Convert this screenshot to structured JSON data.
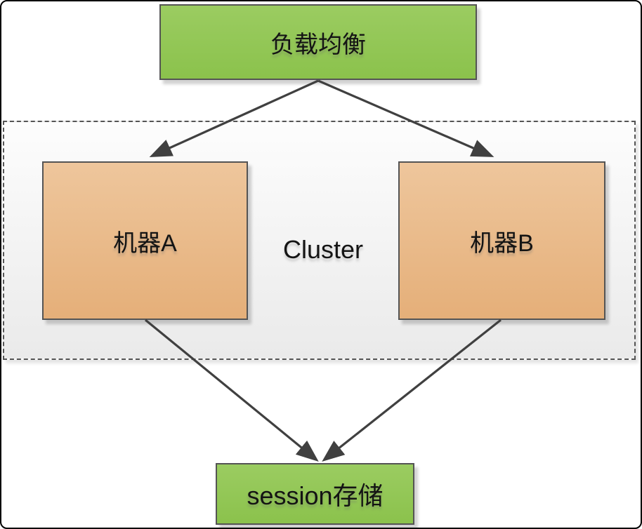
{
  "diagram": {
    "title": "load-balancing session storage architecture",
    "nodes": {
      "load_balancer": {
        "label": "负载均衡",
        "shape": "rectangle",
        "fill": "green"
      },
      "machine_a": {
        "label": "机器A",
        "shape": "rectangle",
        "fill": "orange"
      },
      "machine_b": {
        "label": "机器B",
        "shape": "rectangle",
        "fill": "orange"
      },
      "session_store": {
        "label": "session存储",
        "shape": "rectangle",
        "fill": "green"
      }
    },
    "cluster": {
      "label": "Cluster",
      "style": "dashed-rectangle",
      "contains": [
        "machine_a",
        "machine_b"
      ]
    },
    "edges": [
      {
        "from": "load_balancer",
        "to": "machine_a",
        "style": "arrow"
      },
      {
        "from": "load_balancer",
        "to": "machine_b",
        "style": "arrow"
      },
      {
        "from": "machine_a",
        "to": "session_store",
        "style": "arrow"
      },
      {
        "from": "machine_b",
        "to": "session_store",
        "style": "arrow"
      }
    ],
    "colors": {
      "green-top": "#9bcc61",
      "green-bottom": "#8bc24c",
      "orange-top": "#eec69c",
      "orange-bottom": "#e5af79",
      "box-border": "#545454",
      "cluster-border": "#545454",
      "arrow": "#404040"
    }
  }
}
